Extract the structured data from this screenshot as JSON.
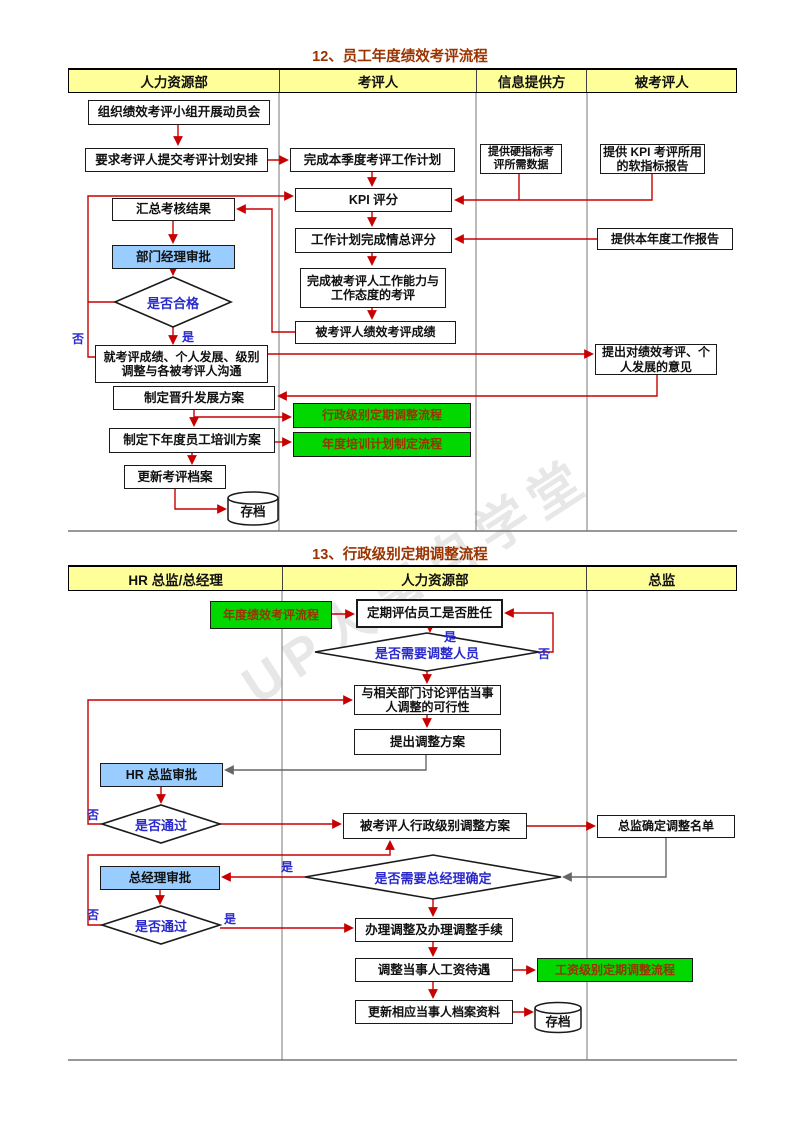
{
  "watermark": "UP人事自学堂",
  "labels": {
    "yes": "是",
    "no": "否"
  },
  "chart12": {
    "title": "12、员工年度绩效考评流程",
    "headers": [
      "人力资源部",
      "考评人",
      "信息提供方",
      "被考评人"
    ],
    "nodes": {
      "mobilize": "组织绩效考评小组开展动员会",
      "request_plan": "要求考评人提交考评计划安排",
      "summarize": "汇总考核结果",
      "dept_mgr_approve": "部门经理审批",
      "qualified": "是否合格",
      "communicate": "就考评成绩、个人发展、级别调整与各被考评人沟通",
      "promotion_plan": "制定晋升发展方案",
      "training_plan": "制定下年度员工培训方案",
      "update_archive": "更新考评档案",
      "archive": "存档",
      "quarterly_plan": "完成本季度考评工作计划",
      "kpi_score": "KPI 评分",
      "work_plan_score": "工作计划完成情总评分",
      "ability_attitude": "完成被考评人工作能力与工作态度的考评",
      "result": "被考评人绩效考评成绩",
      "hard_data": "提供硬指标考评所需数据",
      "soft_report": "提供 KPI 考评所用的软指标报告",
      "annual_report": "提供本年度工作报告",
      "opinions": "提出对绩效考评、个人发展的意见",
      "admin_adjust_flow": "行政级别定期调整流程",
      "training_flow": "年度培训计划制定流程"
    }
  },
  "chart13": {
    "title": "13、行政级别定期调整流程",
    "headers": [
      "HR 总监/总经理",
      "人力资源部",
      "总监"
    ],
    "nodes": {
      "annual_review_flow": "年度绩效考评流程",
      "periodic_eval": "定期评估员工是否胜任",
      "need_adjust": "是否需要调整人员",
      "discuss": "与相关部门讨论评估当事人调整的可行性",
      "propose": "提出调整方案",
      "hr_director_approve": "HR 总监审批",
      "pass1": "是否通过",
      "adjust_plan": "被考评人行政级别调整方案",
      "director_confirm": "总监确定调整名单",
      "need_gm": "是否需要总经理确定",
      "gm_approve": "总经理审批",
      "pass2": "是否通过",
      "handle": "办理调整及办理调整手续",
      "salary": "调整当事人工资待遇",
      "salary_flow": "工资级别定期调整流程",
      "update_file": "更新相应当事人档案资料",
      "archive": "存档"
    }
  }
}
